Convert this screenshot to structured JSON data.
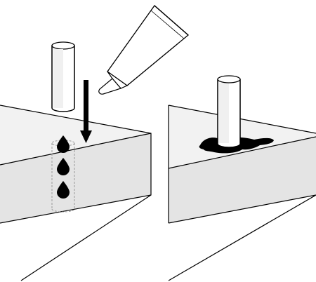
{
  "colors": {
    "background": "#ffffff",
    "surface_light": "#f2f2f2",
    "surface_mid": "#e4e4e4",
    "outline": "#000000",
    "dashed_hole": "#9a9a9a",
    "glue": "#000000"
  },
  "panels": [
    {
      "id": "left",
      "step": "inserting-dowel-with-glue",
      "glue_drops": 3
    },
    {
      "id": "right",
      "step": "dowel-set-with-glue-spill"
    }
  ],
  "icons": [
    "glue-tube-icon",
    "dowel-icon",
    "down-arrow-icon",
    "glue-drop-icon",
    "glue-puddle-icon"
  ]
}
